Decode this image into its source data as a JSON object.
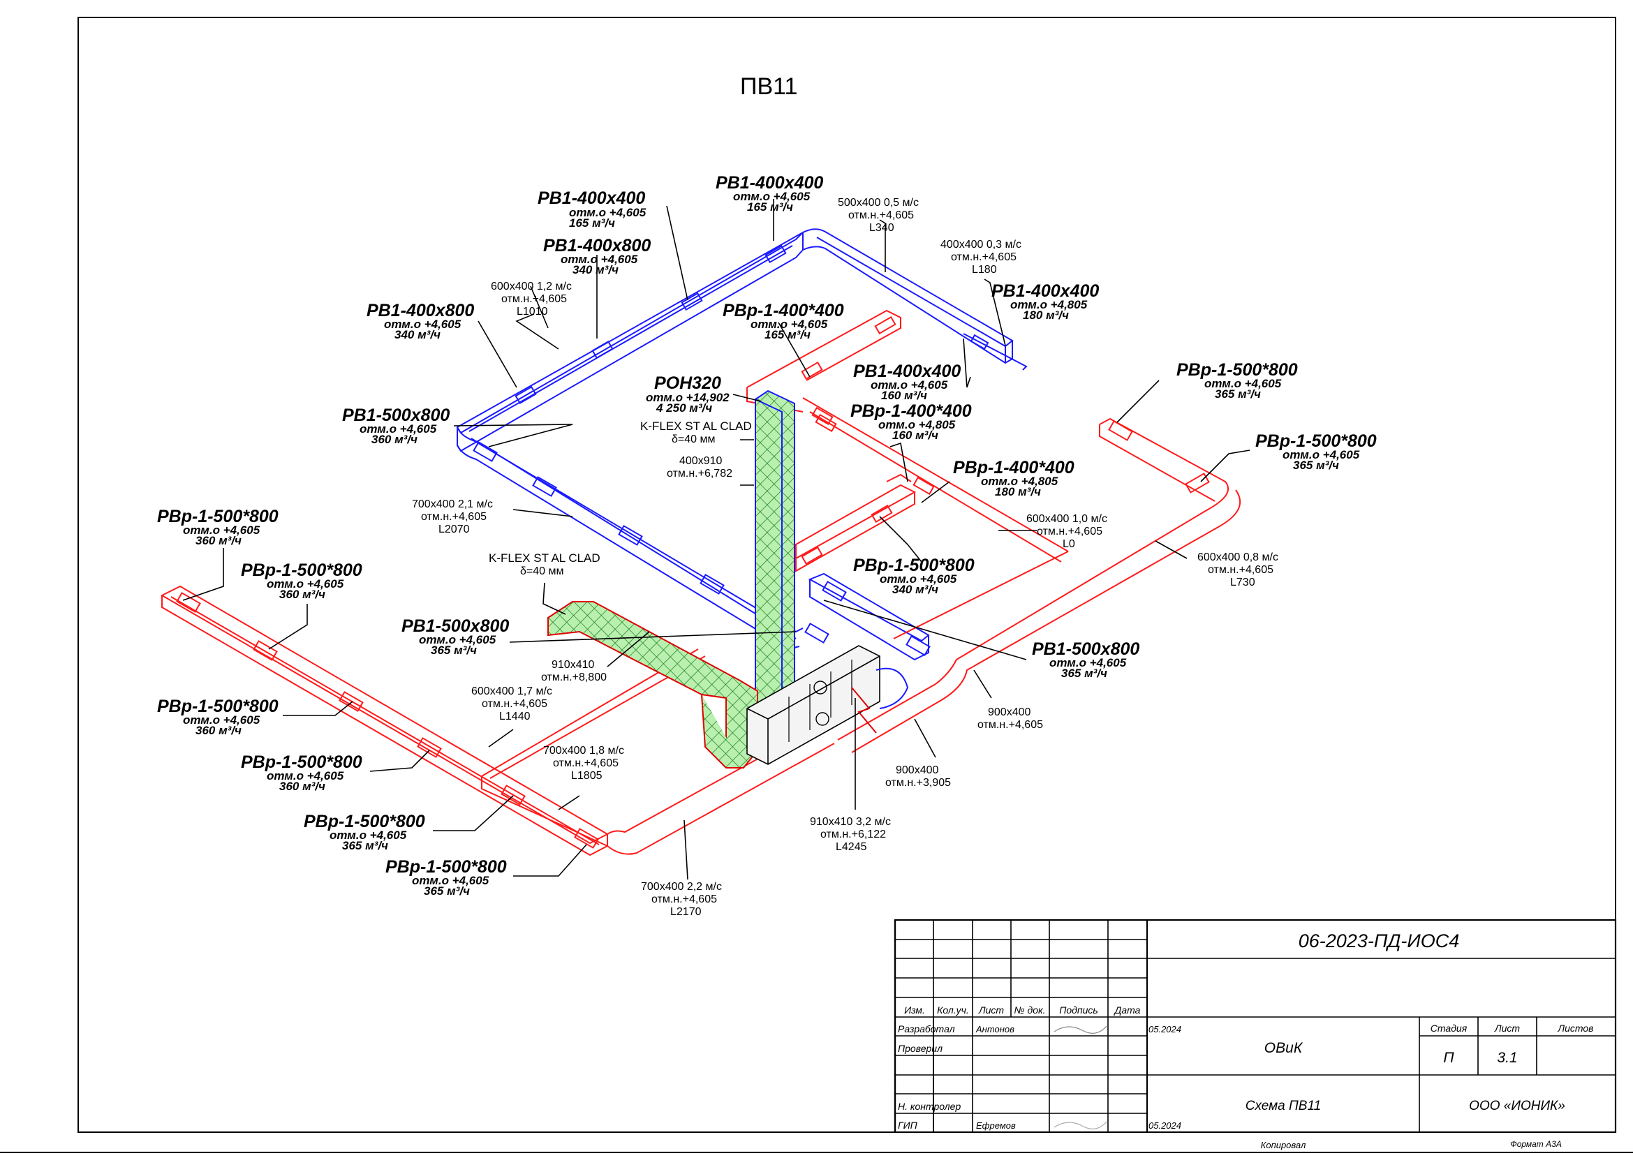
{
  "title": "ПВ11",
  "labels": [
    {
      "name": "РВ1-400х400",
      "l1": "отм.о +4,605",
      "l2": "165 м³/ч"
    },
    {
      "name": "РВ1-400х400",
      "l1": "отм.о +4,605",
      "l2": "165 м³/ч"
    },
    {
      "name": "РВ1-400х800",
      "l1": "отм.о +4,605",
      "l2": "340 м³/ч"
    },
    {
      "name": "РВ1-400х800",
      "l1": "отм.о +4,605",
      "l2": "340 м³/ч"
    },
    {
      "name": "РВ1-400х400",
      "l1": "отм.о +4,805",
      "l2": "180 м³/ч"
    },
    {
      "name": "РВр-1-400*400",
      "l1": "отм.о +4,605",
      "l2": "165 м³/ч"
    },
    {
      "name": "РОН320",
      "l1": "отм.о +14,902",
      "l2": "4 250 м³/ч"
    },
    {
      "name": "РВ1-400х400",
      "l1": "отм.о +4,605",
      "l2": "160 м³/ч"
    },
    {
      "name": "РВр-1-400*400",
      "l1": "отм.о +4,805",
      "l2": "160 м³/ч"
    },
    {
      "name": "РВ1-500х800",
      "l1": "отм.о +4,605",
      "l2": "360 м³/ч"
    },
    {
      "name": "РВр-1-500*800",
      "l1": "отм.о +4,605",
      "l2": "365 м³/ч"
    },
    {
      "name": "РВр-1-500*800",
      "l1": "отм.о +4,605",
      "l2": "365 м³/ч"
    },
    {
      "name": "РВр-1-400*400",
      "l1": "отм.о +4,805",
      "l2": "180 м³/ч"
    },
    {
      "name": "РВр-1-500*800",
      "l1": "отм.о +4,605",
      "l2": "360 м³/ч"
    },
    {
      "name": "РВр-1-500*800",
      "l1": "отм.о +4,605",
      "l2": "360 м³/ч"
    },
    {
      "name": "РВр-1-500*800",
      "l1": "отм.о +4,605",
      "l2": "340 м³/ч"
    },
    {
      "name": "РВ1-500х800",
      "l1": "отм.о +4,605",
      "l2": "365 м³/ч"
    },
    {
      "name": "РВ1-500х800",
      "l1": "отм.о +4,605",
      "l2": "365 м³/ч"
    },
    {
      "name": "РВр-1-500*800",
      "l1": "отм.о +4,605",
      "l2": "360 м³/ч"
    },
    {
      "name": "РВр-1-500*800",
      "l1": "отм.о +4,605",
      "l2": "360 м³/ч"
    },
    {
      "name": "РВр-1-500*800",
      "l1": "отм.о +4,605",
      "l2": "365 м³/ч"
    },
    {
      "name": "РВр-1-500*800",
      "l1": "отм.о +4,605",
      "l2": "365 м³/ч"
    }
  ],
  "dims": [
    [
      "500х400  0,5 м/с",
      "отм.н.+4,605",
      "L340"
    ],
    [
      "400х400  0,3 м/с",
      "отм.н.+4,605",
      "L180"
    ],
    [
      "600х400  1,2 м/с",
      "отм.н.+4,605",
      "L1010"
    ],
    [
      "K-FLEX ST AL CLAD",
      "δ=40 мм"
    ],
    [
      "400х910",
      "отм.н.+6,782"
    ],
    [
      "700х400  2,1 м/с",
      "отм.н.+4,605",
      "L2070"
    ],
    [
      "600х400  1,0 м/с",
      "отм.н.+4,605",
      "L0"
    ],
    [
      "600х400  0,8 м/с",
      "отм.н.+4,605",
      "L730"
    ],
    [
      "K-FLEX ST AL CLAD",
      "δ=40 мм"
    ],
    [
      "910х410",
      "отм.н.+8,800"
    ],
    [
      "600х400  1,7 м/с",
      "отм.н.+4,605",
      "L1440"
    ],
    [
      "900х400",
      "отм.н.+4,605"
    ],
    [
      "700х400  1,8 м/с",
      "отм.н.+4,605",
      "L1805"
    ],
    [
      "900х400",
      "отм.н.+3,905"
    ],
    [
      "910х410  3,2 м/с",
      "отм.н.+6,122",
      "L4245"
    ],
    [
      "700х400  2,2 м/с",
      "отм.н.+4,605",
      "L2170"
    ]
  ],
  "titleblock": {
    "code": "06-2023-ПД-ИОС4",
    "headers": [
      "Изм.",
      "Кол.уч.",
      "Лист",
      "№ док.",
      "Подпись",
      "Дата"
    ],
    "roles": [
      "Разработал",
      "Проверил",
      "",
      "Н. контролер",
      "ГИП"
    ],
    "names": [
      "Антонов",
      "",
      "",
      "",
      "Ефремов"
    ],
    "dates": [
      "05.2024",
      "",
      "",
      "",
      "05.2024"
    ],
    "section": "ОВиК",
    "sheet_title": "Схема ПВ11",
    "stage_h": "Стадия",
    "sheet_h": "Лист",
    "sheets_h": "Листов",
    "stage": "П",
    "sheet": "3.1",
    "org": "ООО «ИОНИК»",
    "copied": "Копировал",
    "format": "Формат А3А"
  }
}
